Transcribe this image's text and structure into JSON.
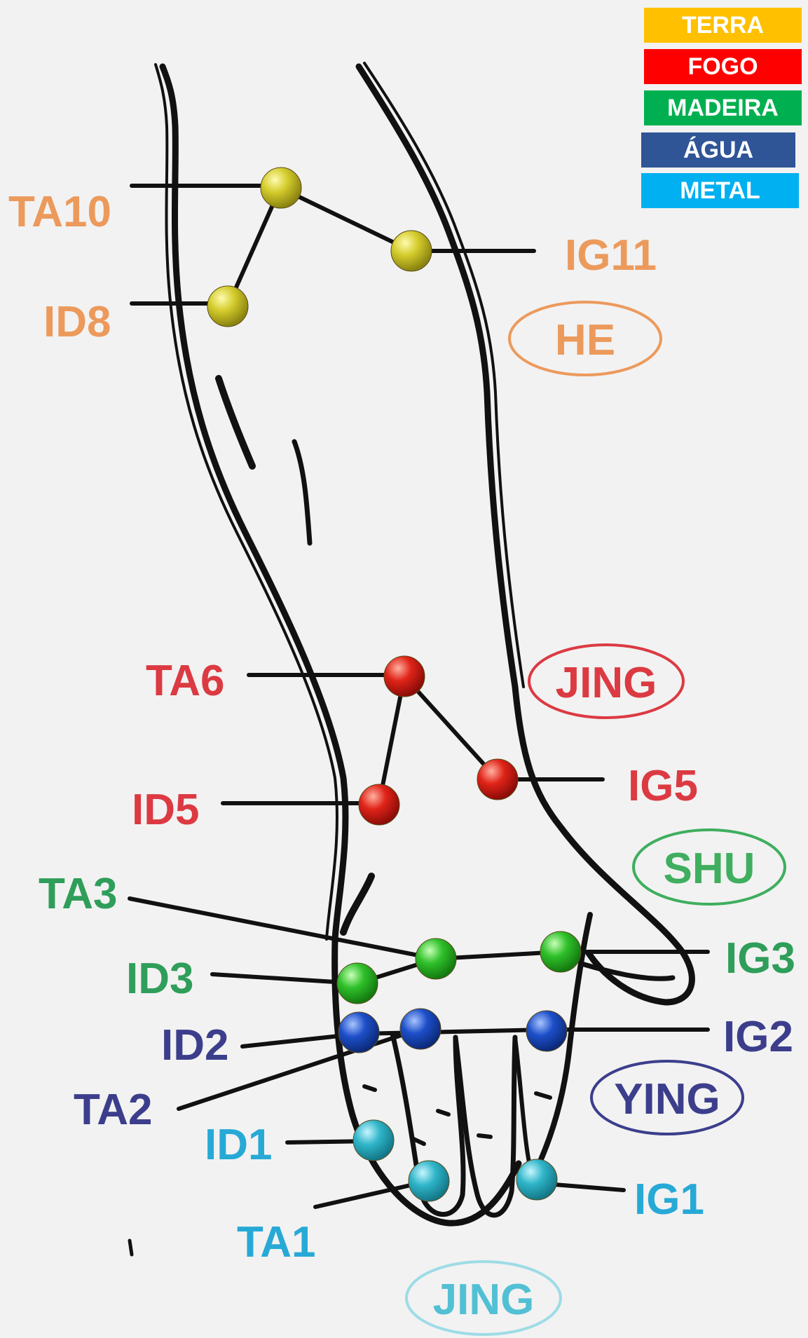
{
  "legend": [
    {
      "label": "TERRA",
      "color": "#ffc000"
    },
    {
      "label": "FOGO",
      "color": "#ff0000"
    },
    {
      "label": "MADEIRA",
      "color": "#00b050"
    },
    {
      "label": "ÁGUA",
      "color": "#2f5597"
    },
    {
      "label": "METAL",
      "color": "#00b0f0"
    }
  ],
  "point_colors": {
    "terra": "#cdc52e",
    "fogo": "#d8221c",
    "madeira": "#2fc02a",
    "agua": "#1d4fc9",
    "metal": "#2fb5c9"
  },
  "points": [
    {
      "label": "TA10",
      "element": "terra",
      "label_color": "#ec9a5c"
    },
    {
      "label": "ID8",
      "element": "terra",
      "label_color": "#ec9a5c"
    },
    {
      "label": "IG11",
      "element": "terra",
      "label_color": "#ec9a5c"
    },
    {
      "label": "TA6",
      "element": "fogo",
      "label_color": "#dc3a42"
    },
    {
      "label": "ID5",
      "element": "fogo",
      "label_color": "#dc3a42"
    },
    {
      "label": "IG5",
      "element": "fogo",
      "label_color": "#dc3a42"
    },
    {
      "label": "TA3",
      "element": "madeira",
      "label_color": "#2f9e5a"
    },
    {
      "label": "ID3",
      "element": "madeira",
      "label_color": "#2f9e5a"
    },
    {
      "label": "IG3",
      "element": "madeira",
      "label_color": "#2f9e5a"
    },
    {
      "label": "ID2",
      "element": "agua",
      "label_color": "#3c3e8c"
    },
    {
      "label": "TA2",
      "element": "agua",
      "label_color": "#3c3e8c"
    },
    {
      "label": "IG2",
      "element": "agua",
      "label_color": "#3c3e8c"
    },
    {
      "label": "ID1",
      "element": "metal",
      "label_color": "#27a9d6"
    },
    {
      "label": "TA1",
      "element": "metal",
      "label_color": "#27a9d6"
    },
    {
      "label": "IG1",
      "element": "metal",
      "label_color": "#27a9d6"
    }
  ],
  "categories": [
    {
      "label": "HE",
      "color": "#ec9a5c"
    },
    {
      "label": "JING",
      "color": "#dc3a42"
    },
    {
      "label": "SHU",
      "color": "#3fae5f"
    },
    {
      "label": "YING",
      "color": "#3c3e8c"
    },
    {
      "label": "JING",
      "color": "#52c0d4"
    }
  ]
}
